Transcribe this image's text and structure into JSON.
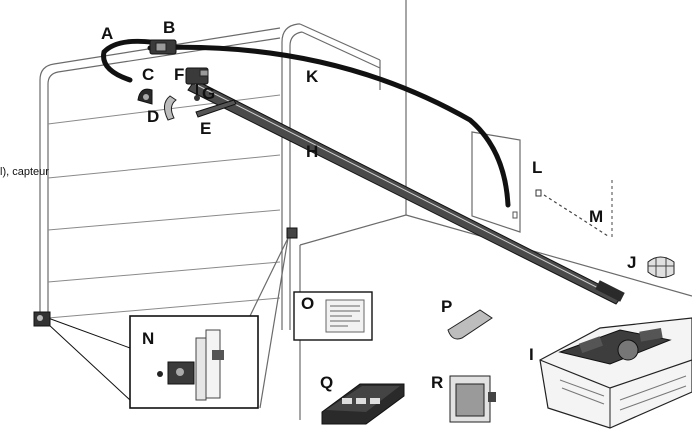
{
  "labels": {
    "A": "A",
    "B": "B",
    "C": "C",
    "D": "D",
    "E": "E",
    "F": "F",
    "G": "G",
    "H": "H",
    "I": "I",
    "J": "J",
    "K": "K",
    "L": "L",
    "M": "M",
    "N": "N",
    "O": "O",
    "P": "P",
    "Q": "Q",
    "R": "R"
  },
  "side_text": "l),   capteur",
  "colors": {
    "ink": "#111111",
    "wall": "#6b6b6b",
    "rail": "#4a4a4a"
  }
}
